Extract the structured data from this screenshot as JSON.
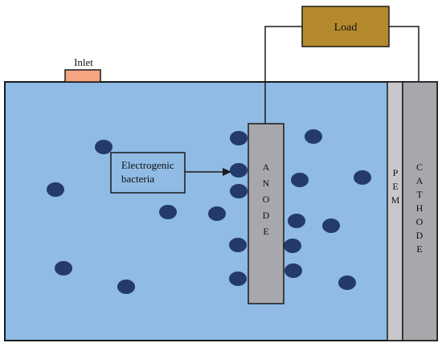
{
  "labels": {
    "load": "Load",
    "inlet": "Inlet",
    "electrogenic_line1": "Electrogenic",
    "electrogenic_line2": "bacteria",
    "anode": [
      "A",
      "N",
      "O",
      "D",
      "E"
    ],
    "pem": [
      "P",
      "E",
      "M"
    ],
    "cathode": [
      "C",
      "A",
      "T",
      "H",
      "O",
      "D",
      "E"
    ]
  },
  "colors": {
    "water": "#8fbbe4",
    "bacteria": "#233a6b",
    "load_box": "#b58a2e",
    "inlet": "#f4a582",
    "electrode": "#a7a7ac",
    "pem": "#c8c8cc",
    "outline": "#1a1a1a",
    "label_box": "#8fbbe4"
  }
}
